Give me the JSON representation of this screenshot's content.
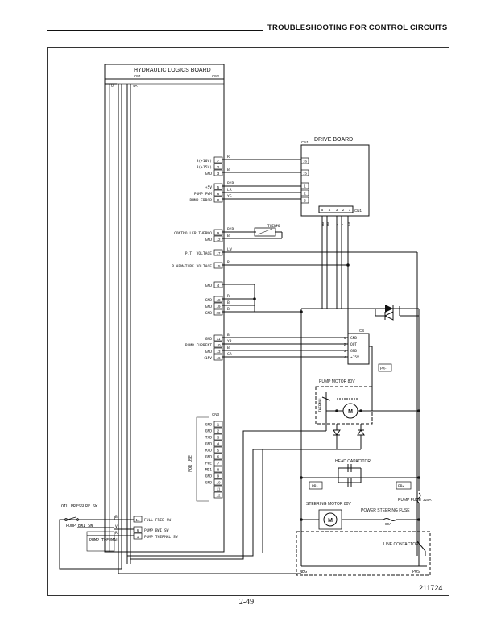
{
  "header": {
    "title": "TROUBLESHOOTING FOR CONTROL CIRCUITS"
  },
  "footer": {
    "page_number": "2-49",
    "figure_id": "211724"
  },
  "hlb": {
    "title": "HYDRAULIC LOGICS BOARD",
    "cn1": "CN1",
    "cn2": "CN2",
    "cn3": "CN3",
    "pin_zero": "0",
    "pin_cn1": "4A",
    "sig": {
      "b10": "B(+10V)",
      "b15": "B(+15V)",
      "gnd": "GND",
      "p5v": "+5V",
      "pump_pwm": "PUMP PWM",
      "pump_error": "PUMP ERROR",
      "ctrl_thermo": "CONTROLLER THERMO",
      "gnd2": "GND",
      "pt_voltage": "P.T. VOLTAGE",
      "p_arm": "P.ARMATURE VOLTAGE",
      "gnd4": "GND",
      "gnd18": "GND",
      "gnd19": "GND",
      "gnd20": "GND",
      "gnd11": "GND",
      "pump_current": "PUMP CURRENT",
      "gnd13": "GND",
      "p15v": "+15V",
      "full_free_sw": "FULL FREE SW",
      "pump_bwi_sw": "PUMP BWI SW",
      "pump_thermal_sw": "PUMP THERMAL SW"
    },
    "pins": {
      "p7": "7",
      "p2": "2",
      "p3": "3",
      "p5": "5",
      "p6": "6",
      "p8": "8",
      "p9": "9",
      "p12": "12",
      "p14": "14",
      "p17": "17",
      "p15": "15",
      "p4": "4",
      "p18": "18",
      "p19": "19",
      "p20": "20",
      "p11": "11",
      "p10": "10",
      "p13": "13",
      "p16": "16",
      "p6b": "6",
      "p1c": "1"
    },
    "cn3_signals": [
      "GND",
      "GND",
      "TXD",
      "GND",
      "RXD",
      "GND",
      "FWE",
      "MD1",
      "GND",
      "GND",
      "",
      ""
    ],
    "cn3_pins": [
      "1",
      "2",
      "3",
      "4",
      "5",
      "6",
      "7",
      "8",
      "9",
      "10",
      "11",
      "12"
    ],
    "for_use": "FOR USE"
  },
  "drive_board": {
    "cn1": "CN1",
    "title": "DRIVE BOARD",
    "pins": [
      "16",
      "15",
      "1",
      "2",
      "3"
    ],
    "bottom_pins": [
      "5",
      "4",
      "3",
      "2",
      "1"
    ],
    "cn1_right": "CN1",
    "bottom_wires": [
      "BW",
      "BW",
      "Y",
      "Y",
      "LW"
    ]
  },
  "wires": {
    "r": "R",
    "b": "B",
    "br": "B/R",
    "lr": "LR",
    "yg": "YG",
    "lw": "LW",
    "yr": "YR",
    "gr": "GR",
    "v": "V"
  },
  "components": {
    "thermo": "THERMO",
    "cs": "CS",
    "cs_pins": [
      "1",
      "2",
      "3",
      "4"
    ],
    "cs_sigs": [
      "GND",
      "OUT",
      "GND",
      "+15V"
    ],
    "pm_minus": "PM-",
    "pump_motor": "PUMP MOTOR 80V",
    "thermal": "THERMAL",
    "motor_m": "M",
    "head_capacitor": "HEAD CAPACITOR",
    "pb_minus": "PB-",
    "pb_plus": "PB+",
    "pump_fuse": "PUMP FUSE",
    "pump_fuse_rating": "325A",
    "steering_motor": "STEERING MOTOR 80V",
    "steering_m": "M",
    "power_steering_fuse": "POWER STEERING FUSE",
    "psf_rating": "80A",
    "line_contactor": "LINE CONTACTOR",
    "neg": "NEG",
    "pos": "POS",
    "oil_pressure_sw": "OIL PRESSURE SW",
    "pump_bwi_sw": "PUMP BWI SW",
    "pump_thermal": "PUMP THERMAL"
  }
}
